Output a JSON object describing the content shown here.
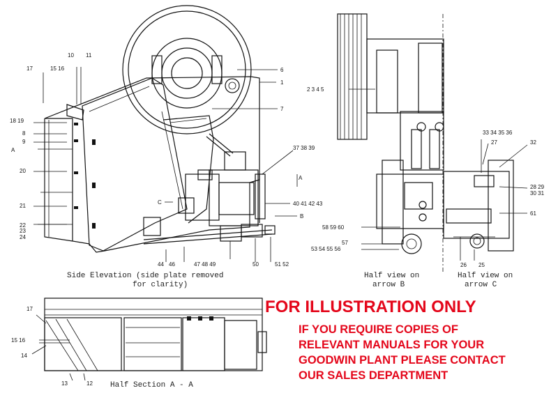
{
  "captions": {
    "side_elevation_1": "Side Elevation (side plate removed",
    "side_elevation_2": "for clarity)",
    "half_view_b_1": "Half view on",
    "half_view_b_2": "arrow B",
    "half_view_c_1": "Half view on",
    "half_view_c_2": "arrow C",
    "half_section": "Half Section A - A"
  },
  "notice": {
    "headline": "FOR ILLUSTRATION ONLY",
    "lines": [
      "IF YOU REQUIRE COPIES OF",
      "RELEVANT MANUALS FOR YOUR",
      "GOODWIN PLANT PLEASE CONTACT",
      "OUR SALES DEPARTMENT"
    ]
  },
  "parts": {
    "p10": "10",
    "p11": "11",
    "p17": "17",
    "p15_16": "15 16",
    "p18_19": "18 19",
    "p8": "8",
    "p9": "9",
    "pA": "A",
    "p20": "20",
    "p21": "21",
    "p22": "22",
    "p23": "23",
    "p24": "24",
    "p6": "6",
    "p1": "1",
    "p7": "7",
    "p37_39": "37 38 39",
    "pA2": "A",
    "p40_43": "40 41 42 43",
    "pB": "B",
    "pC": "C",
    "p44": "44",
    "p46": "46",
    "p47_49": "47 48 49",
    "p50": "50",
    "p51_52": "51 52",
    "p2_5": "2 3 4 5",
    "p58_60": "58 59 60",
    "p57": "57",
    "p53_56": "53 54 55 56",
    "p33_36": "33 34 35 36",
    "p27": "27",
    "p32": "32",
    "p28_29": "28 29",
    "p30_31": "30 31",
    "p61": "61",
    "p26": "26",
    "p25": "25",
    "p17b": "17",
    "p15_16b": "15 16",
    "p14": "14",
    "p13": "13",
    "p12": "12"
  }
}
